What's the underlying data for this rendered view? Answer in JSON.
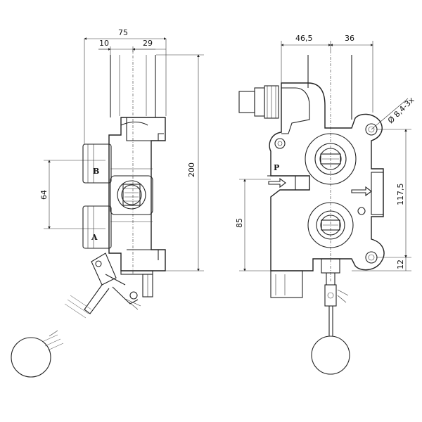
{
  "drawing": {
    "side_view": {
      "dimensions": {
        "overall_width": "75",
        "offset_left": "10",
        "offset_right": "29",
        "height_total": "200",
        "port_spacing": "64"
      },
      "ports": {
        "upper": "B",
        "lower": "A"
      }
    },
    "front_view": {
      "dimensions": {
        "width_left": "46,5",
        "width_right": "36",
        "mounting_hole": "Ø 8,4-3x",
        "height_port": "85",
        "height_mount": "117,5",
        "height_base": "12"
      },
      "ports": {
        "pressure": "P"
      }
    }
  }
}
